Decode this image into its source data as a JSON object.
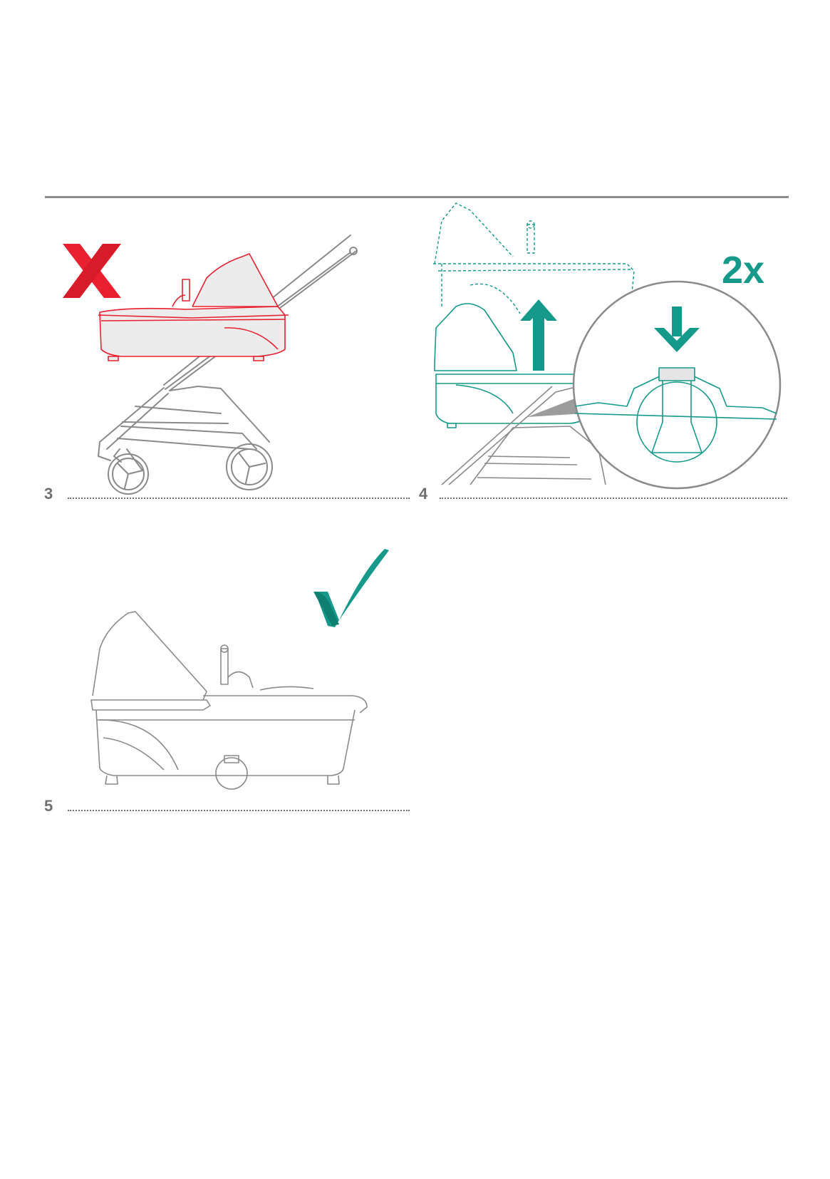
{
  "steps": [
    {
      "number": "3",
      "mark": "cross-icon",
      "mark_color": "#e8202f"
    },
    {
      "number": "4",
      "note": "2x",
      "accent_color": "#14998a"
    },
    {
      "number": "5",
      "mark": "checkmark-icon",
      "mark_color": "#14998a"
    }
  ],
  "colors": {
    "line": "#8a8a8a",
    "error": "#e8202f",
    "accent": "#14998a",
    "rule": "#8c8c8c"
  }
}
